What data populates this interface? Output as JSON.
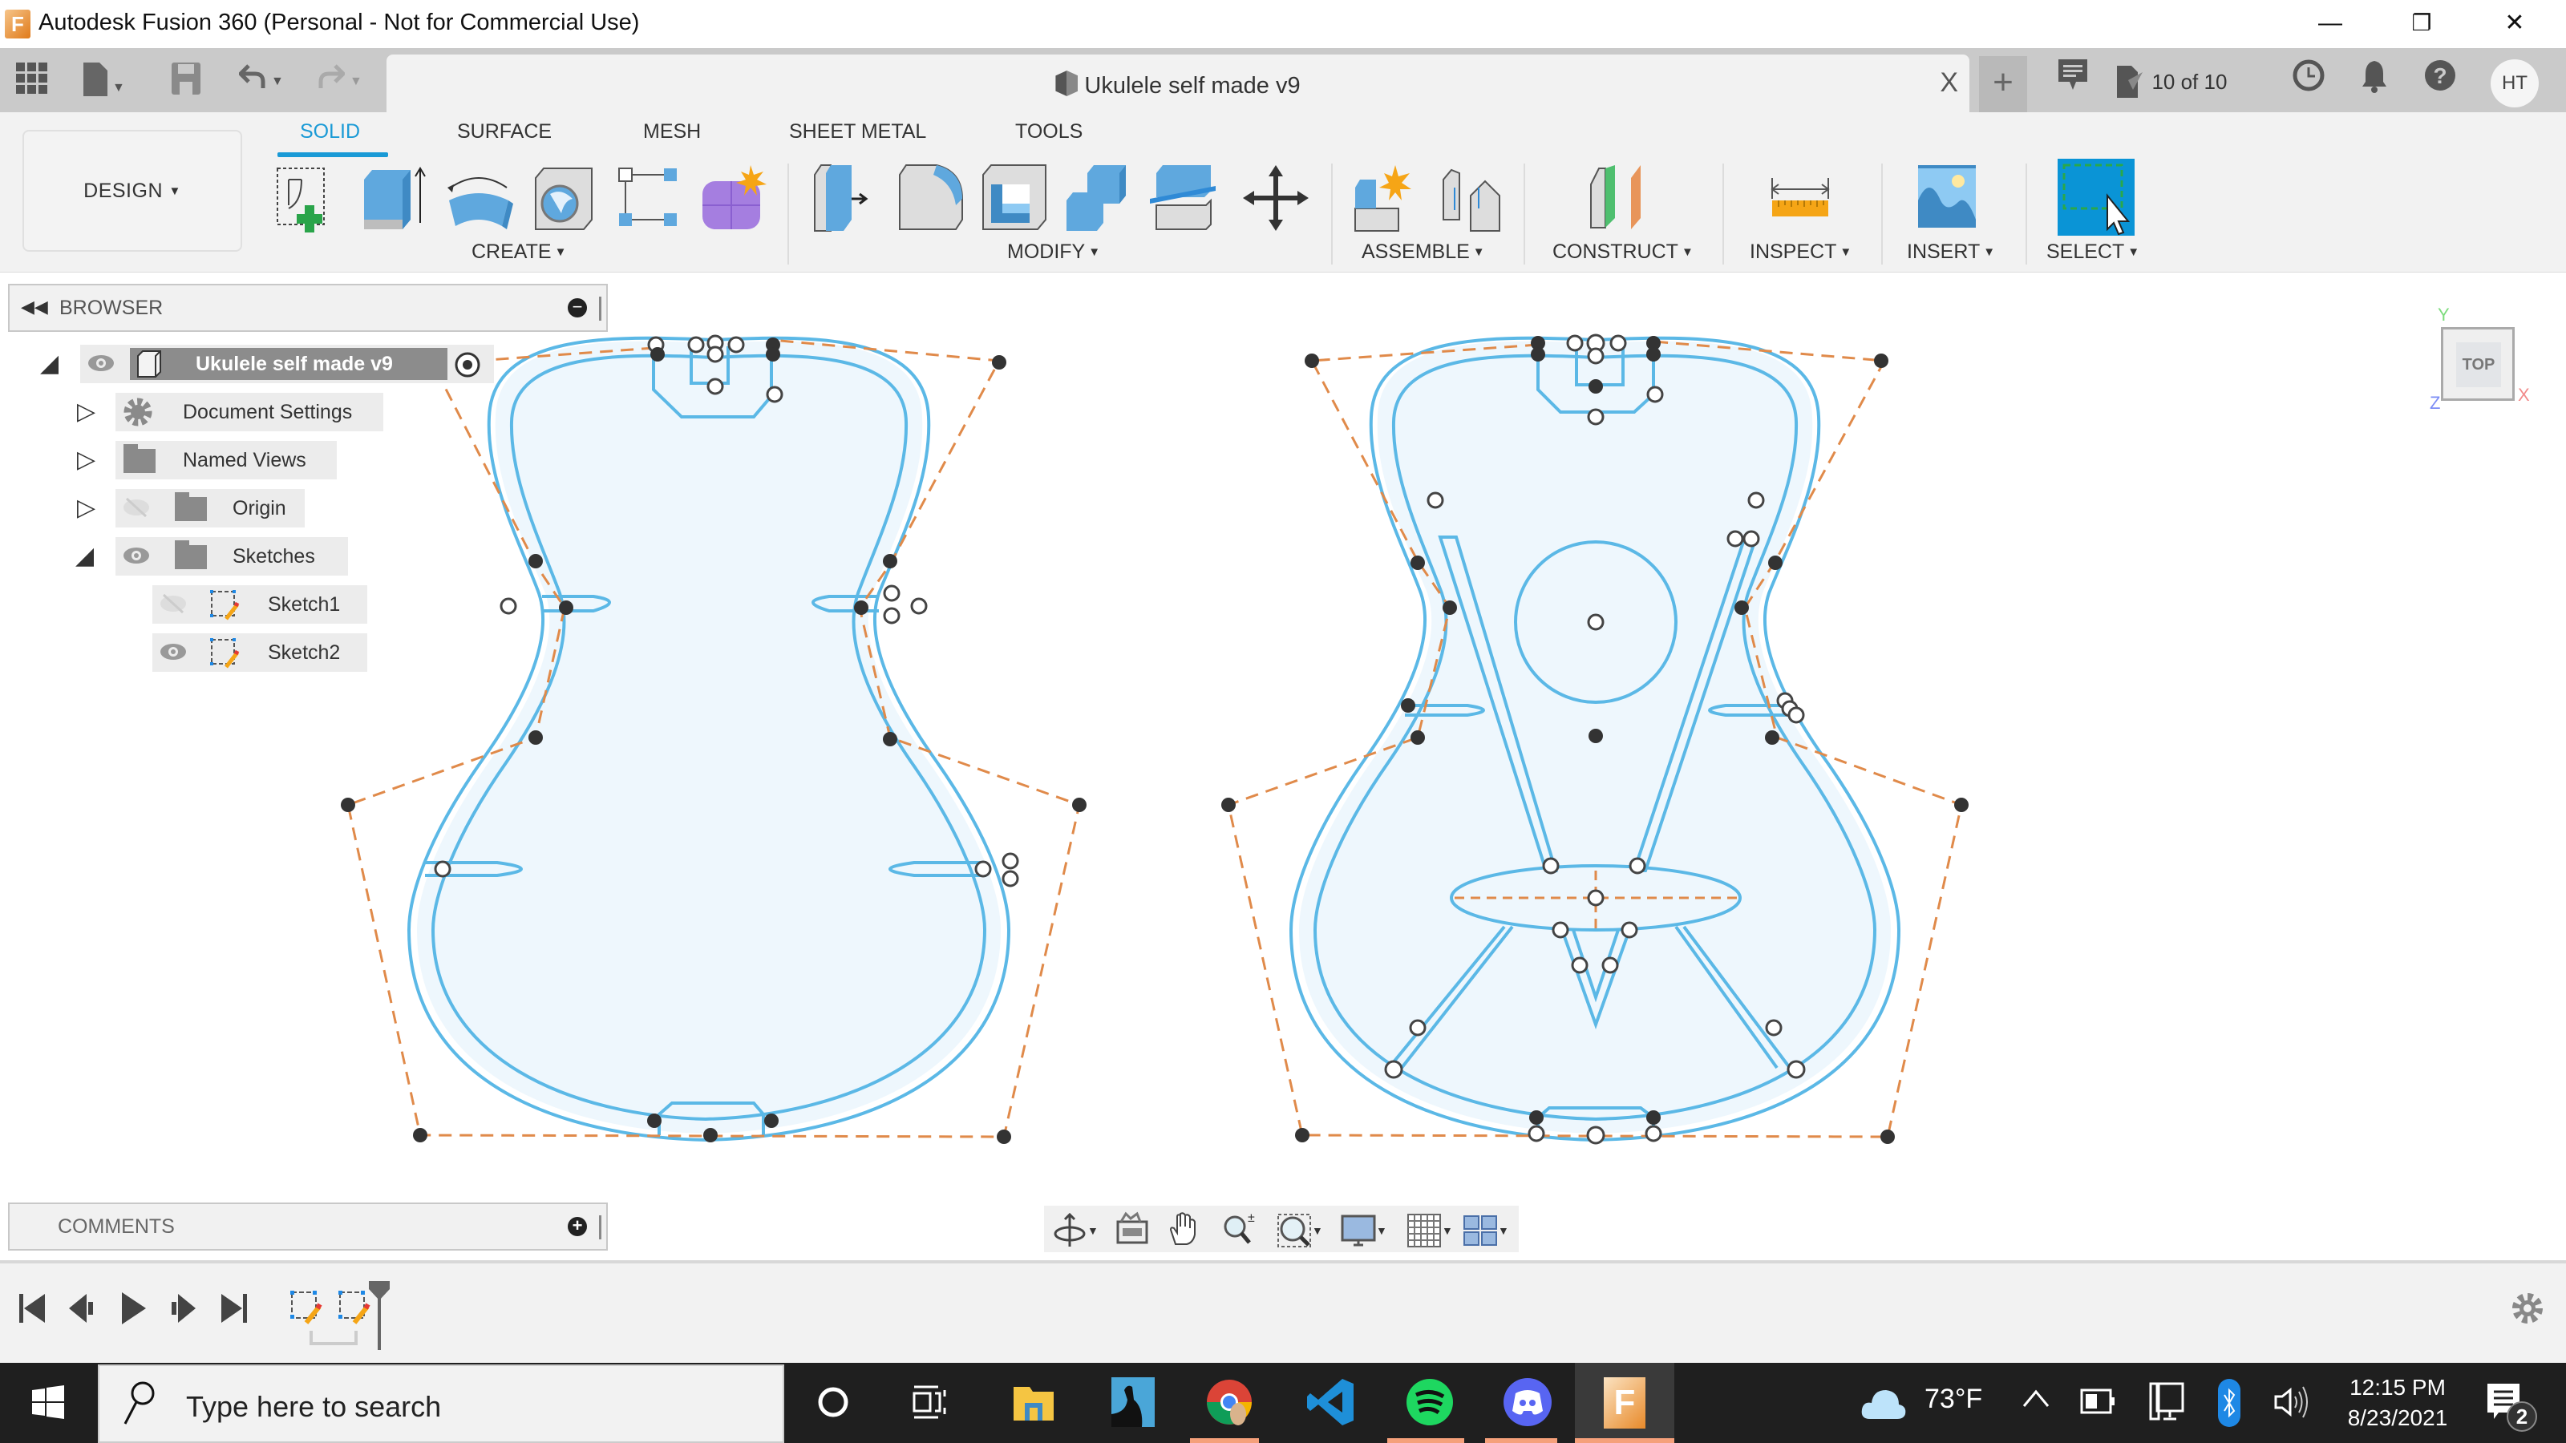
{
  "window": {
    "app_icon": "fusion-360-icon",
    "title": "Autodesk Fusion 360 (Personal - Not for Commercial Use)",
    "controls": {
      "minimize": "—",
      "restore": "❐",
      "close": "✕"
    }
  },
  "tabbar": {
    "quick_access": [
      "data-panel-grid-icon",
      "file-icon",
      "save-icon",
      "undo-icon",
      "redo-icon"
    ],
    "document_tab": {
      "title": "Ukulele self made v9",
      "close": "X"
    },
    "new_tab": "+",
    "job_status": "10 of 10",
    "avatar_initials": "HT"
  },
  "ribbon": {
    "workspace": "DESIGN",
    "tabs": [
      {
        "label": "SOLID",
        "active": true
      },
      {
        "label": "SURFACE",
        "active": false
      },
      {
        "label": "MESH",
        "active": false
      },
      {
        "label": "SHEET METAL",
        "active": false
      },
      {
        "label": "TOOLS",
        "active": false
      }
    ],
    "groups": {
      "create": "CREATE",
      "modify": "MODIFY",
      "assemble": "ASSEMBLE",
      "construct": "CONSTRUCT",
      "inspect": "INSPECT",
      "insert": "INSERT",
      "select": "SELECT"
    },
    "create_tools": [
      "create-sketch",
      "extrude",
      "revolve",
      "hole",
      "pattern",
      "create-form"
    ],
    "modify_tools": [
      "press-pull",
      "fillet",
      "shell",
      "combine",
      "split-body",
      "move-copy"
    ],
    "assemble_tools": [
      "new-component",
      "joint"
    ],
    "construct_tools": [
      "offset-plane"
    ],
    "inspect_tools": [
      "measure"
    ],
    "insert_tools": [
      "insert-canvas"
    ],
    "select_tools": [
      "window-select"
    ]
  },
  "browser": {
    "title": "BROWSER",
    "items": [
      {
        "label": "Ukulele self made v9",
        "level": 0,
        "expanded": true,
        "visible": true,
        "type": "component"
      },
      {
        "label": "Document Settings",
        "level": 1,
        "expanded": false,
        "type": "settings"
      },
      {
        "label": "Named Views",
        "level": 1,
        "expanded": false,
        "type": "folder"
      },
      {
        "label": "Origin",
        "level": 1,
        "expanded": false,
        "visible": false,
        "type": "folder"
      },
      {
        "label": "Sketches",
        "level": 1,
        "expanded": true,
        "visible": true,
        "type": "folder"
      },
      {
        "label": "Sketch1",
        "level": 2,
        "visible": false,
        "type": "sketch"
      },
      {
        "label": "Sketch2",
        "level": 2,
        "visible": true,
        "type": "sketch"
      }
    ]
  },
  "comments": {
    "title": "COMMENTS"
  },
  "viewcube": {
    "face": "TOP",
    "axes": {
      "x": "X",
      "y": "Y",
      "z": "Z"
    }
  },
  "navbar": [
    "orbit",
    "look-at",
    "pan",
    "zoom",
    "fit",
    "display-settings",
    "grid-snaps",
    "viewports"
  ],
  "timeline": {
    "controls": [
      "go-to-start",
      "step-back",
      "play",
      "step-forward",
      "go-to-end"
    ],
    "features": [
      "Sketch1",
      "Sketch2"
    ]
  },
  "taskbar": {
    "search_placeholder": "Type here to search",
    "apps": [
      "cortana",
      "task-view",
      "file-explorer",
      "kindle",
      "chrome",
      "vscode",
      "spotify",
      "discord",
      "fusion-360"
    ],
    "weather": "73°F",
    "time": "12:15 PM",
    "date": "8/23/2021",
    "notifications": "2"
  },
  "colors": {
    "accent": "#1a9ad6",
    "sketch_line": "#5bb8e6",
    "sketch_fill": "#eef7fd",
    "construction_line": "#e08a4a"
  }
}
